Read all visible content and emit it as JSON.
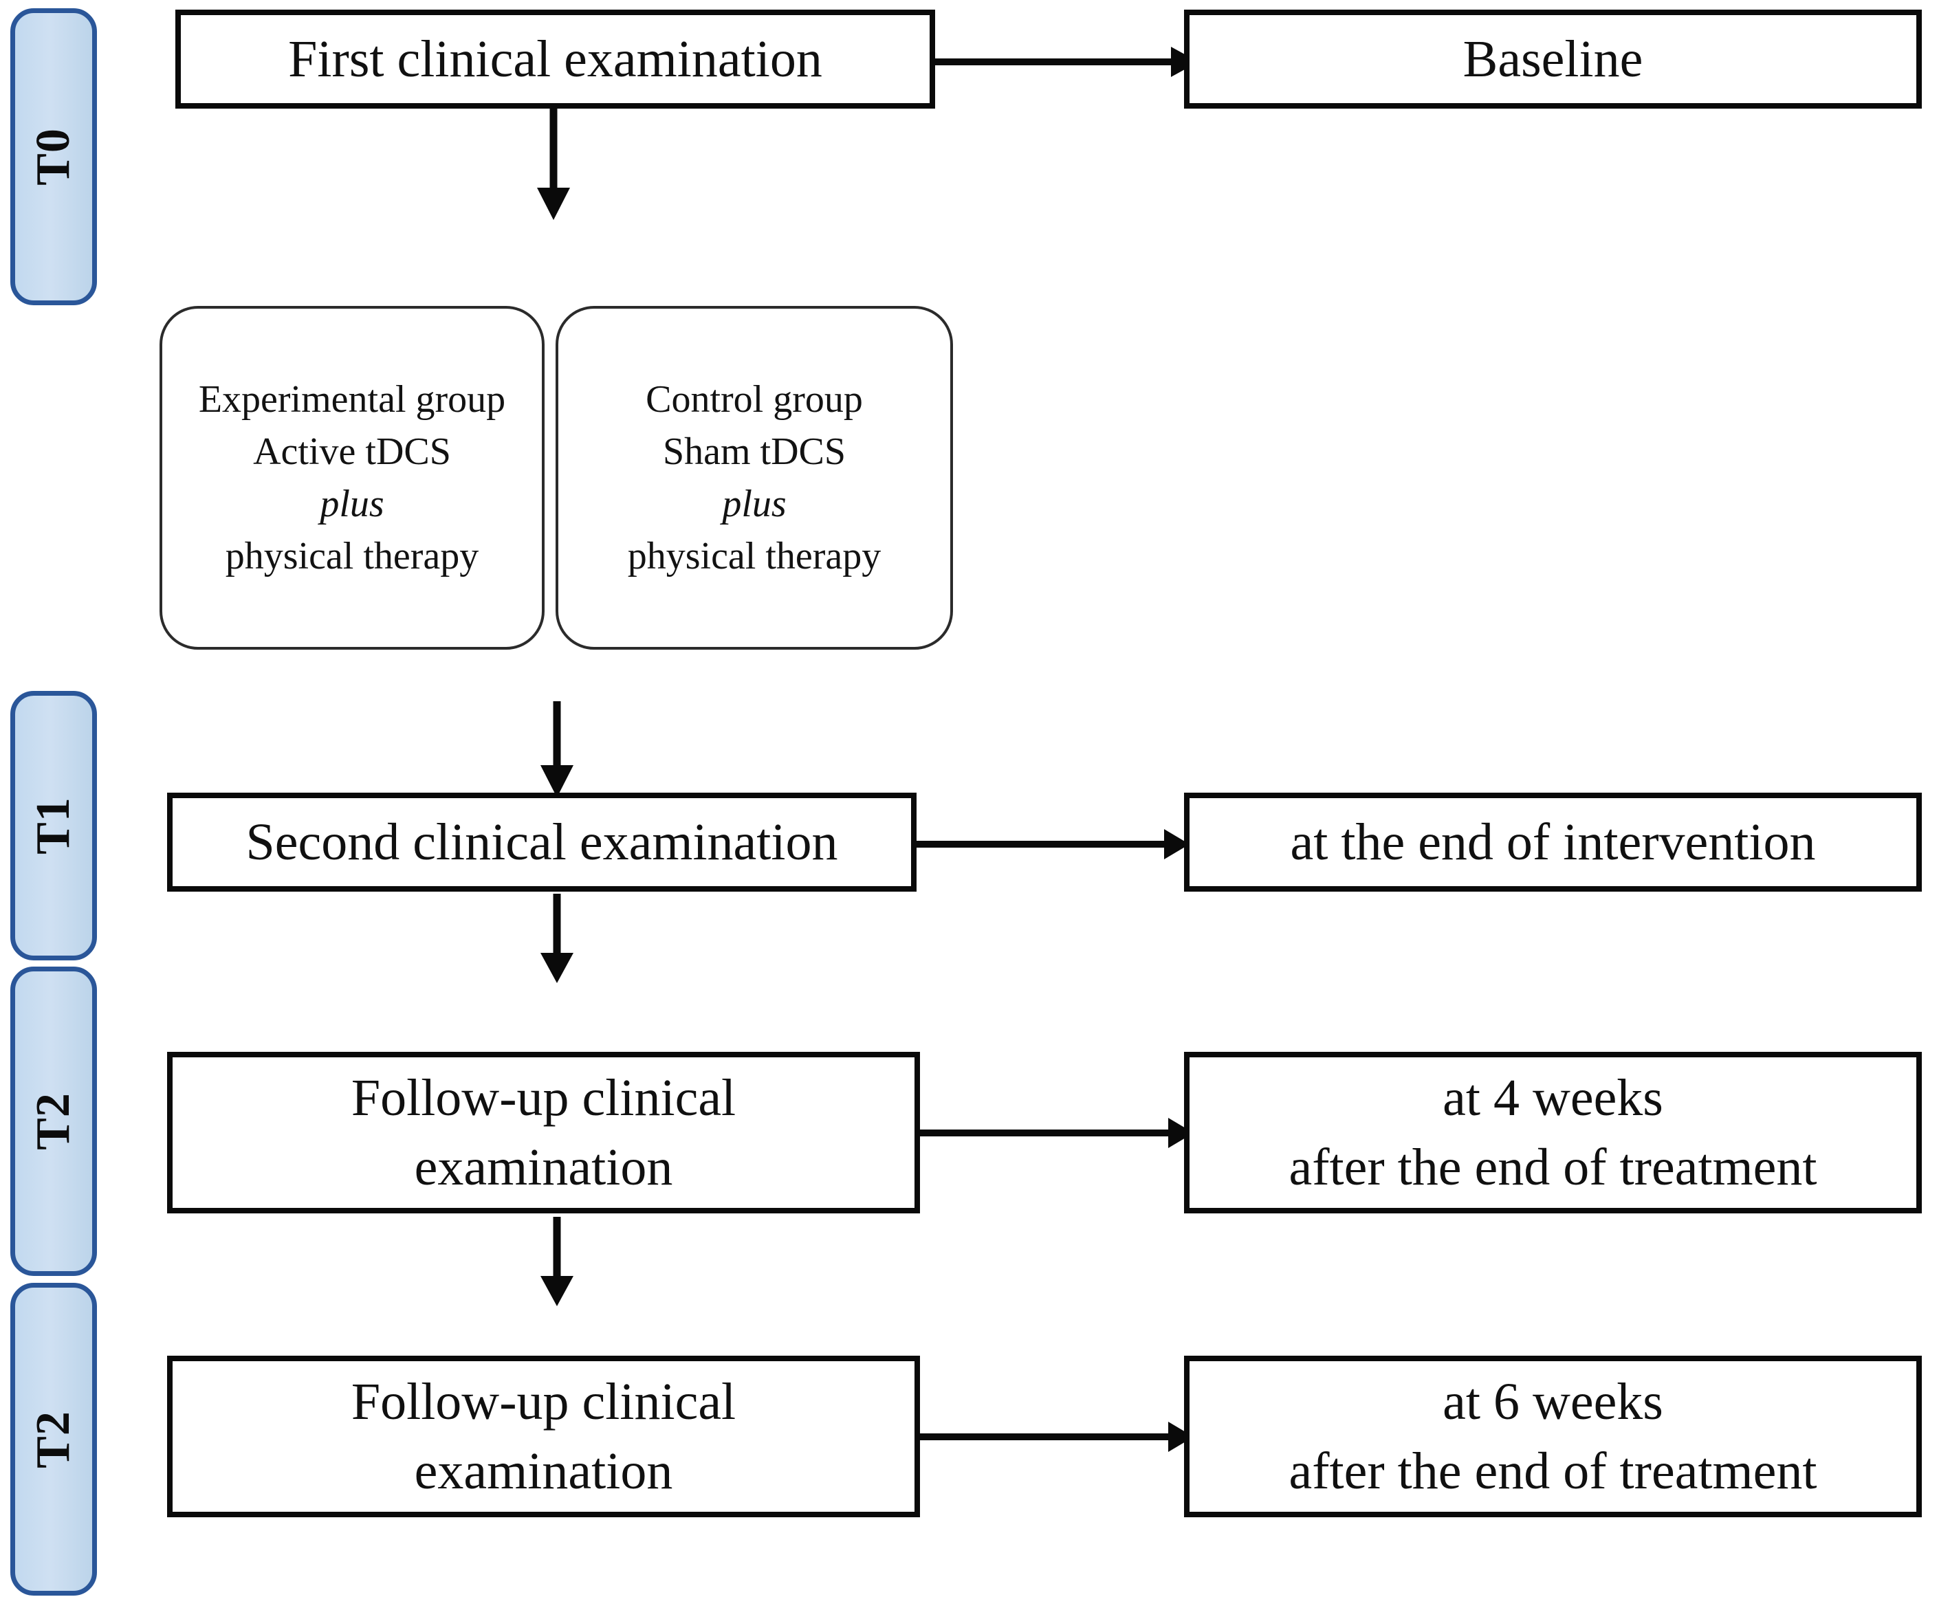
{
  "diagram": {
    "title": "Study timeline flowchart",
    "accent_blue_fill": "#c6dcf0",
    "accent_blue_border": "#2a5699",
    "box_border_color": "#0a0a0a",
    "background": "#ffffff"
  },
  "timepoints": [
    {
      "id": "t0",
      "label": "T0"
    },
    {
      "id": "t1",
      "label": "T1"
    },
    {
      "id": "t2a",
      "label": "T2"
    },
    {
      "id": "t2b",
      "label": "T2"
    }
  ],
  "steps": [
    {
      "id": "first-exam",
      "label": "First clinical  examination",
      "detail": "Baseline"
    },
    {
      "id": "second-exam",
      "label": "Second clinical  examination",
      "detail": "at the end of intervention"
    },
    {
      "id": "followup-4w",
      "label": "Follow-up clinical\nexamination",
      "detail": "at 4 weeks\nafter the end of treatment"
    },
    {
      "id": "followup-6w",
      "label": "Follow-up clinical\nexamination",
      "detail": "at 6 weeks\nafter the end of treatment"
    }
  ],
  "arms": [
    {
      "id": "experimental",
      "lines": [
        {
          "text": "Experimental group",
          "italic": false
        },
        {
          "text": "Active tDCS",
          "italic": false
        },
        {
          "text": "plus",
          "italic": true
        },
        {
          "text": "physical therapy",
          "italic": false
        }
      ]
    },
    {
      "id": "control",
      "lines": [
        {
          "text": "Control group",
          "italic": false
        },
        {
          "text": "Sham tDCS",
          "italic": false
        },
        {
          "text": "plus",
          "italic": true
        },
        {
          "text": "physical therapy",
          "italic": false
        }
      ]
    }
  ],
  "connectors": [
    {
      "id": "first-to-baseline",
      "kind": "horizontal-arrow"
    },
    {
      "id": "first-to-groups",
      "kind": "vertical-arrow"
    },
    {
      "id": "groups-to-second",
      "kind": "vertical-arrow"
    },
    {
      "id": "second-to-detail",
      "kind": "horizontal-arrow"
    },
    {
      "id": "second-to-followup4",
      "kind": "vertical-arrow"
    },
    {
      "id": "followup4-to-detail",
      "kind": "horizontal-arrow"
    },
    {
      "id": "followup4-to-followup6",
      "kind": "vertical-arrow"
    },
    {
      "id": "followup6-to-detail",
      "kind": "horizontal-arrow"
    }
  ]
}
